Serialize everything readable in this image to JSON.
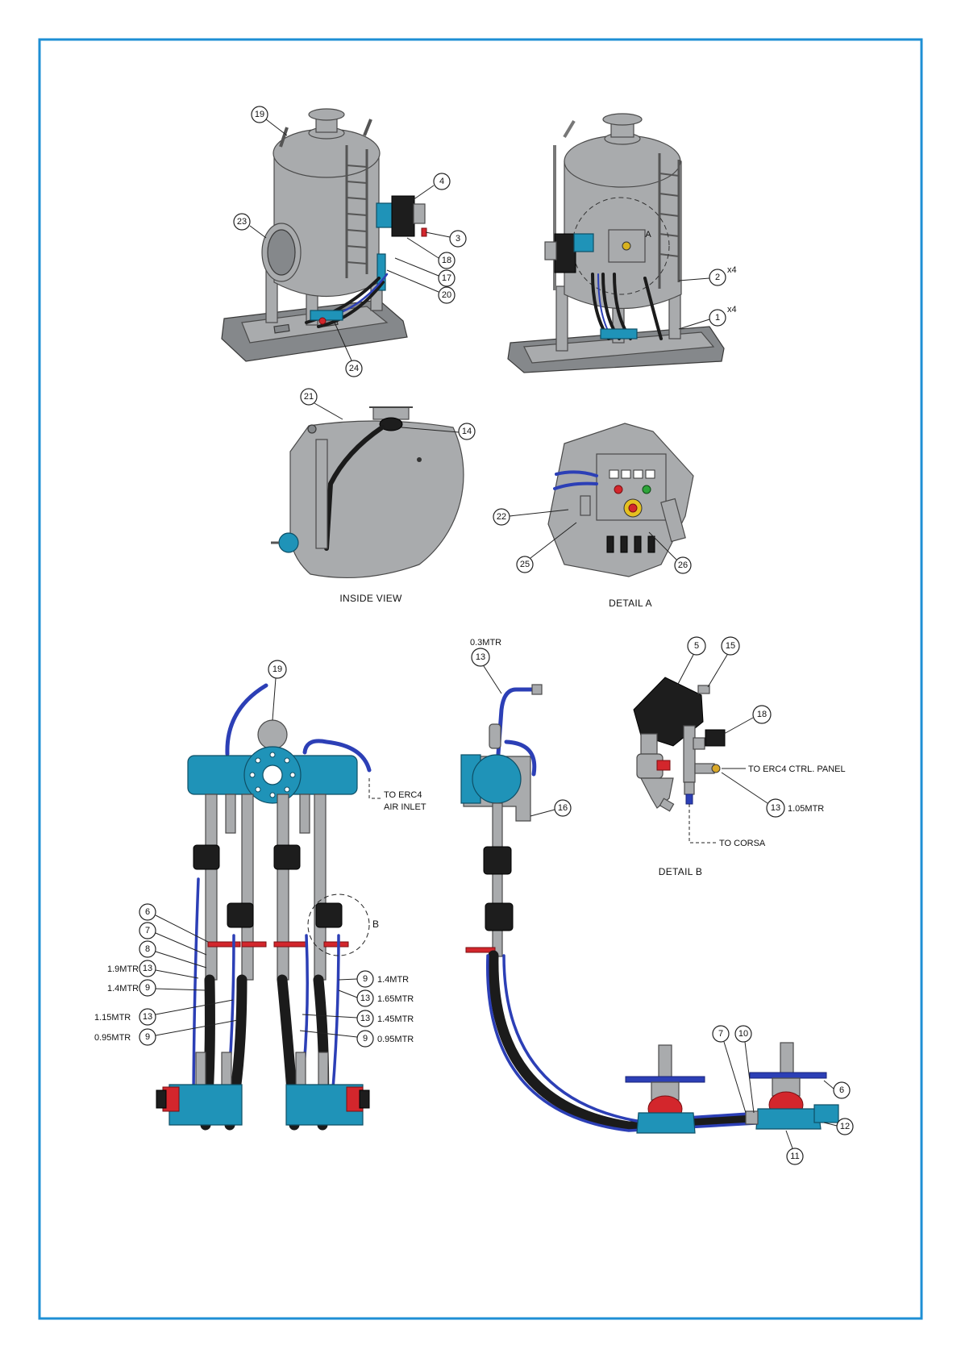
{
  "border_color": "#1e8fd4",
  "captions": {
    "inside_view": "INSIDE VIEW",
    "detail_a": "DETAIL  A",
    "detail_b": "DETAIL  B"
  },
  "detail_markers": {
    "a": "A",
    "b": "B"
  },
  "balloons": {
    "iso1": {
      "b19": "19",
      "b23": "23",
      "b4": "4",
      "b3": "3",
      "b18": "18",
      "b17": "17",
      "b20": "20",
      "b24": "24"
    },
    "iso2": {
      "b2": "2",
      "b1": "1",
      "q2": "x4",
      "q1": "x4"
    },
    "inside": {
      "b21": "21",
      "b14": "14"
    },
    "detail_a": {
      "b22": "22",
      "b25": "25",
      "b26": "26"
    },
    "front": {
      "b19": "19",
      "b6": "6",
      "b7": "7",
      "b8": "8",
      "l13a": "13",
      "l9a": "9",
      "l13b": "13",
      "l9b": "9",
      "r9a": "9",
      "r13a": "13",
      "r13b": "13",
      "r9b": "9"
    },
    "side": {
      "b13": "13",
      "b16": "16",
      "b7": "7",
      "b10": "10",
      "b6": "6",
      "b12": "12",
      "b11": "11"
    },
    "detail_b": {
      "b5": "5",
      "b15": "15",
      "b18": "18",
      "b13": "13"
    }
  },
  "lengths": {
    "front_left": [
      "1.9MTR",
      "1.4MTR",
      "1.15MTR",
      "0.95MTR"
    ],
    "front_right": [
      "1.4MTR",
      "1.65MTR",
      "1.45MTR",
      "0.95MTR"
    ],
    "side_top": "0.3MTR",
    "detail_b": "1.05MTR"
  },
  "notes": {
    "erc4_air_1": "TO ERC4",
    "erc4_air_2": "AIR INLET",
    "erc4_panel": "TO ERC4 CTRL. PANEL",
    "corsa": "TO CORSA"
  }
}
